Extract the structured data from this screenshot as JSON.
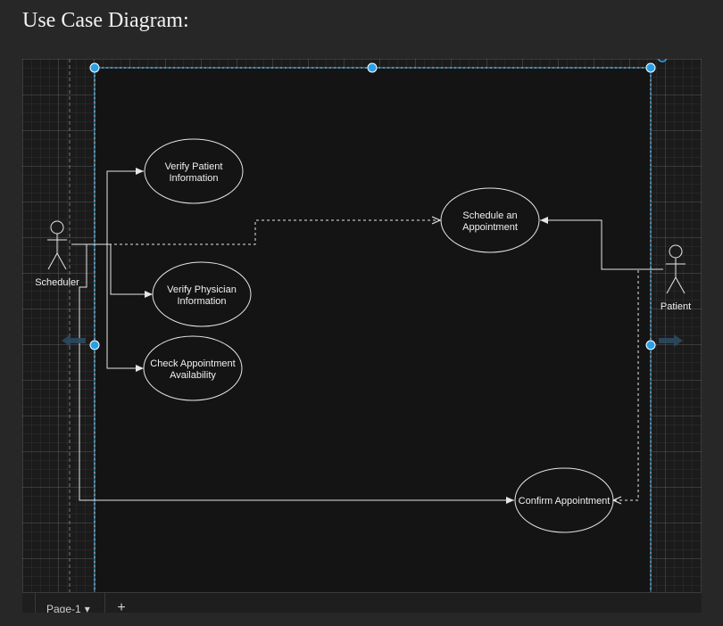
{
  "page": {
    "heading": "Use Case Diagram:"
  },
  "diagram": {
    "actors": {
      "scheduler": "Scheduler",
      "patient": "Patient"
    },
    "use_cases": {
      "verify_patient": [
        "Verify Patient",
        "Information"
      ],
      "verify_physician": [
        "Verify Physician",
        "Information"
      ],
      "check_availability": [
        "Check Appointment",
        "Availability"
      ],
      "schedule": [
        "Schedule an",
        "Appointment"
      ],
      "confirm": [
        "Confirm Appointment"
      ]
    }
  },
  "editor": {
    "page_tab": "Page-1",
    "page_tab_caret": "▾",
    "add_page": "+"
  },
  "colors": {
    "background": "#272727",
    "canvas": "#1b1b1b",
    "boundary_fill": "#141414",
    "selection": "#29a0e6",
    "stroke": "#e6e6e6"
  }
}
